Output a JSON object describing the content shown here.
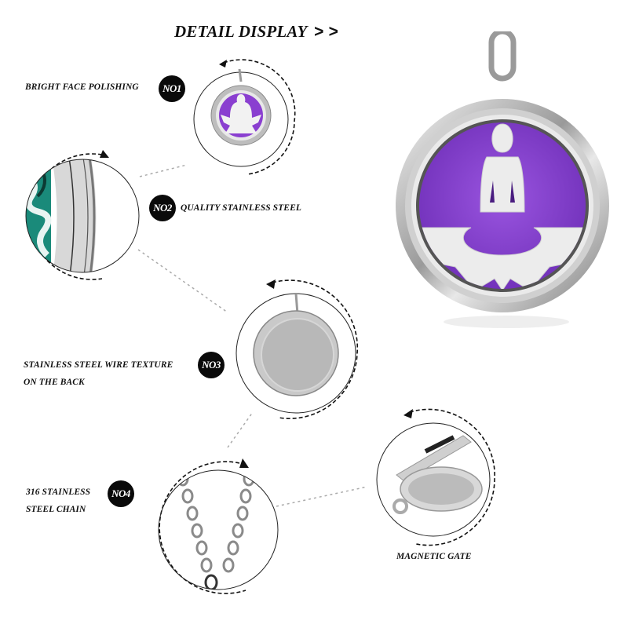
{
  "header": {
    "title": "DETAIL DISPLAY",
    "arrows": "> >"
  },
  "features": [
    {
      "badge": "NO1",
      "label": "BRIGHT FACE POLISHING",
      "image": "buddha-pendant-front-icon"
    },
    {
      "badge": "NO2",
      "label": "QUALITY STAINLESS STEEL",
      "image": "pendant-edge-closeup-icon"
    },
    {
      "badge": "NO3",
      "label_line1": "STAINLESS STEEL WIRE TEXTURE",
      "label_line2": "ON THE BACK",
      "image": "pendant-back-icon"
    },
    {
      "badge": "NO4",
      "label_line1": "316 STAINLESS",
      "label_line2": "STEEL CHAIN",
      "image": "chain-icon"
    },
    {
      "label": "MAGNETIC GATE",
      "image": "open-locket-icon"
    }
  ],
  "hero": {
    "image": "buddha-lotus-locket-icon"
  },
  "colors": {
    "felt_purple": "#8a3fd0",
    "steel": "#c8c8c8",
    "badge_bg": "#0a0a0a",
    "text": "#111111",
    "teal_accent": "#1a8a7a"
  }
}
